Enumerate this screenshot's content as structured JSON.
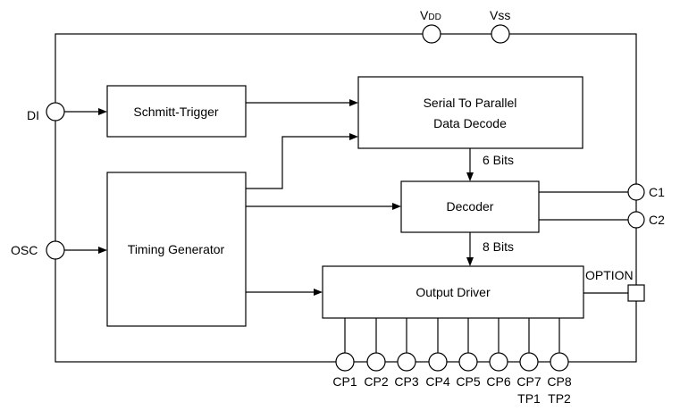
{
  "pins": {
    "vdd_main": "V",
    "vdd_sub": "DD",
    "vss": "Vss",
    "di": "DI",
    "osc": "OSC",
    "c1": "C1",
    "c2": "C2",
    "option": "OPTION",
    "cp": [
      "CP1",
      "CP2",
      "CP3",
      "CP4",
      "CP5",
      "CP6",
      "CP7",
      "CP8"
    ],
    "tp": [
      "TP1",
      "TP2"
    ]
  },
  "blocks": {
    "schmitt": "Schmitt-Trigger",
    "serial_line1": "Serial To Parallel",
    "serial_line2": "Data Decode",
    "timing": "Timing Generator",
    "decoder": "Decoder",
    "output": "Output Driver"
  },
  "buses": {
    "six_bits": "6 Bits",
    "eight_bits": "8 Bits"
  }
}
